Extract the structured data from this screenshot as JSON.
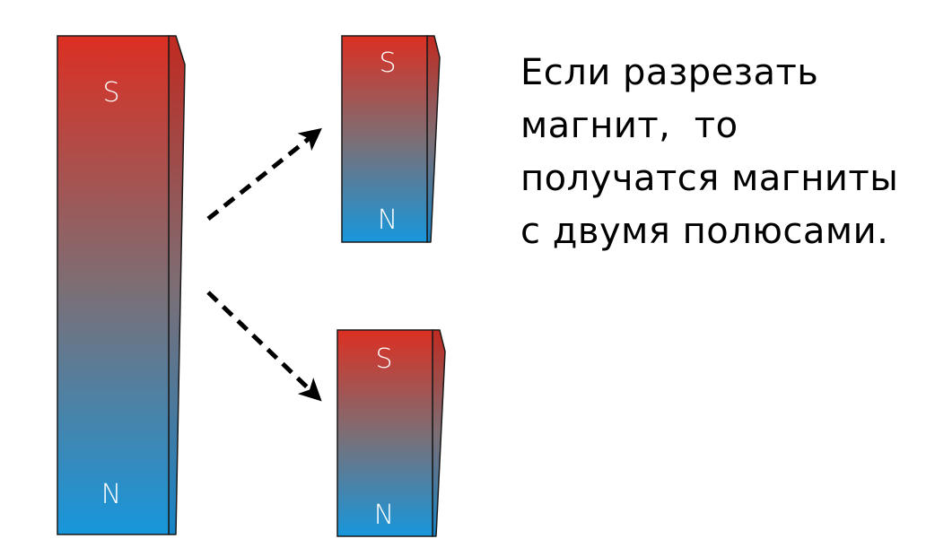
{
  "diagram": {
    "magnets": {
      "large": {
        "top_pole": "S",
        "bottom_pole": "N"
      },
      "piece_top": {
        "top_pole": "S",
        "bottom_pole": "N"
      },
      "piece_bottom": {
        "top_pole": "S",
        "bottom_pole": "N"
      }
    },
    "caption": {
      "lines": [
        "Если разрезать",
        "магнит,  то",
        "получатся магниты",
        "с двумя полюсами."
      ]
    },
    "colors": {
      "south_red": "#dc2f22",
      "middle_gray": "#7d6e74",
      "north_blue": "#1797dc",
      "side_red": "#c02a20",
      "side_blue": "#1585c8",
      "edge": "#1a1a1a",
      "arrow": "#000000"
    }
  }
}
